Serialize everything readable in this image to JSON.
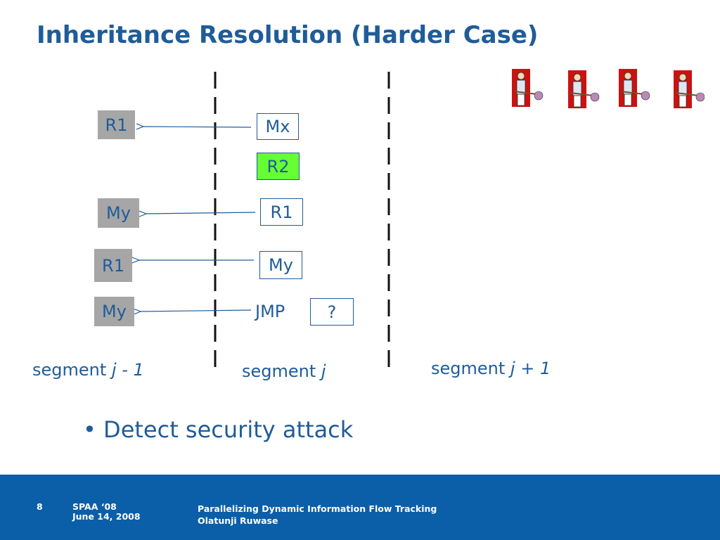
{
  "slide": {
    "title": "Inheritance Resolution (Harder Case)",
    "left_column": [
      "R1",
      "My",
      "R1",
      "My"
    ],
    "middle_column": [
      "Mx",
      "R2",
      "R1",
      "My"
    ],
    "jmp_label": "JMP",
    "unknown_label": "?",
    "segments": {
      "prev": {
        "text": "segment ",
        "var": "j - 1"
      },
      "curr": {
        "text": "segment ",
        "var": "j"
      },
      "next": {
        "text": "segment ",
        "var": "j + 1"
      }
    },
    "bullet": "Detect security attack",
    "colors": {
      "text": "#1f5c99",
      "gray_box": "#a6a6a6",
      "green_box": "#66ff33",
      "footer": "#0b5ea8"
    },
    "icons": [
      "worker-icon",
      "worker-icon",
      "worker-icon",
      "worker-icon"
    ]
  },
  "footer": {
    "page_number": "8",
    "conference": "SPAA ‘08",
    "date": "June 14, 2008",
    "talk_title": "Parallelizing Dynamic Information Flow Tracking",
    "author": "Olatunji Ruwase"
  }
}
